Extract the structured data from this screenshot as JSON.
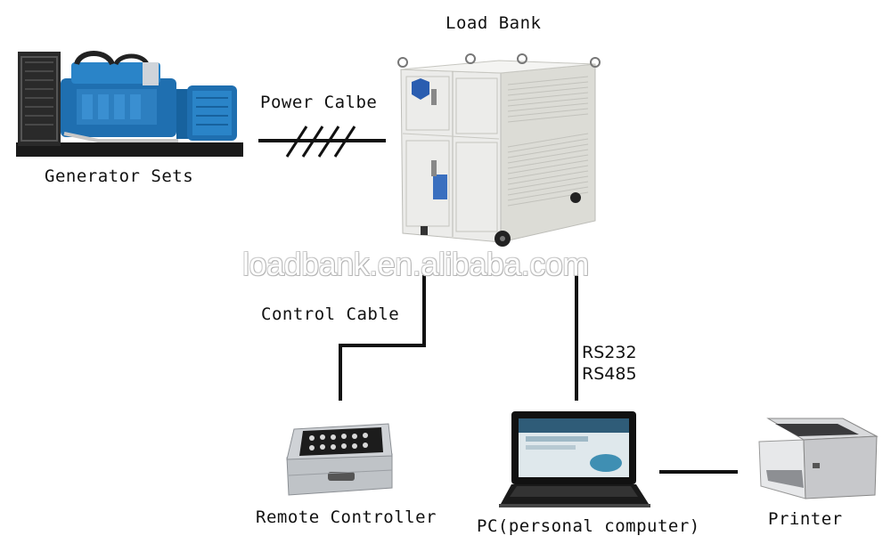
{
  "nodes": {
    "load_bank": {
      "label": "Load Bank"
    },
    "generator": {
      "label": "Generator Sets"
    },
    "remote": {
      "label": "Remote Controller"
    },
    "pc": {
      "label": "PC(personal computer)"
    },
    "printer": {
      "label": "Printer"
    }
  },
  "edges": {
    "power": {
      "label": "Power Calbe"
    },
    "control": {
      "label": "Control Cable"
    },
    "serial": {
      "line1": "RS232",
      "line2": "RS485"
    }
  },
  "watermark": "loadbank.en.alibaba.com",
  "colors": {
    "generator_blue": "#1f6fb0",
    "cabinet": "#e9e9e4",
    "line": "#111111"
  }
}
